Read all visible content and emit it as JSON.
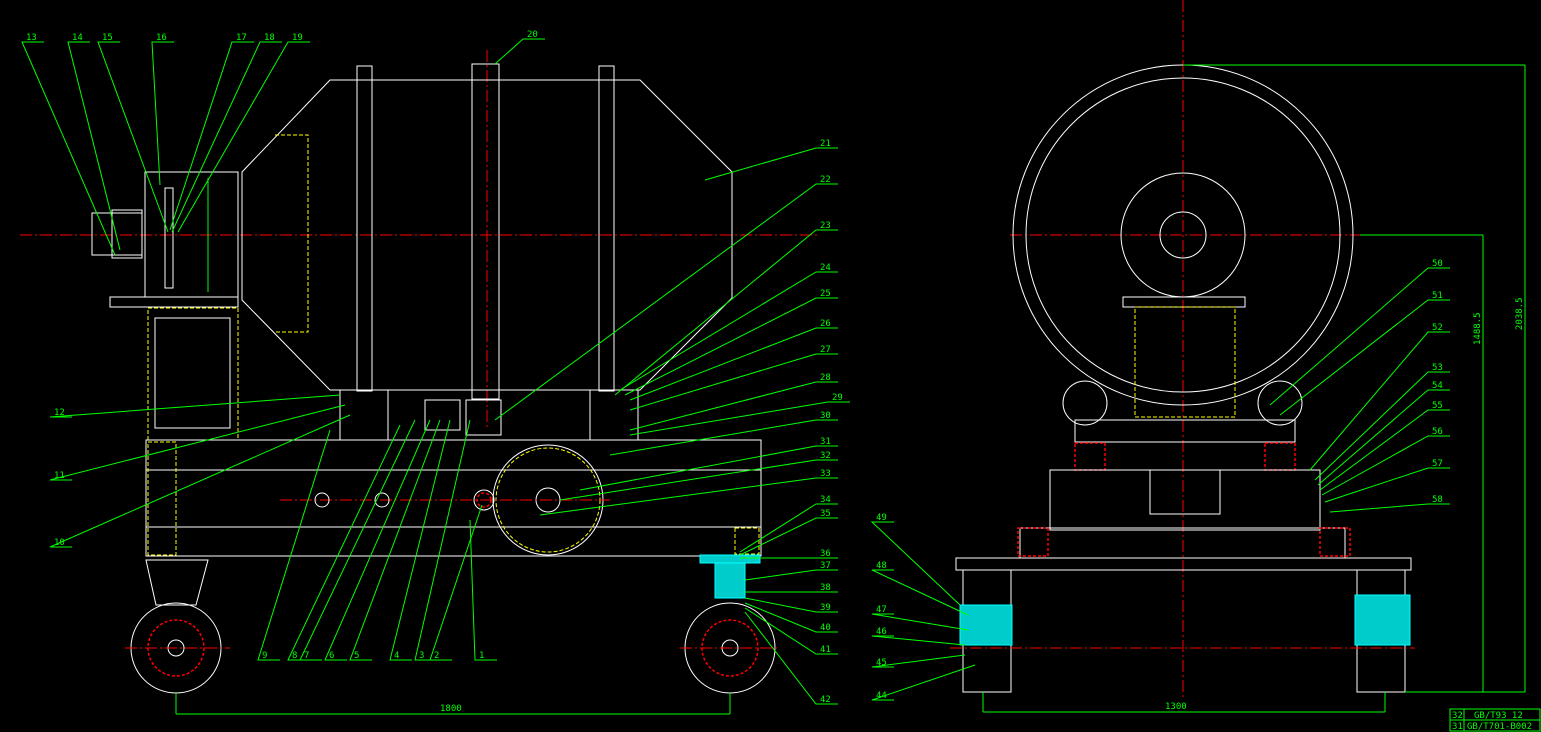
{
  "drawing": {
    "part_labels_side_view": [
      "1",
      "2",
      "3",
      "4",
      "5",
      "6",
      "7",
      "8",
      "9",
      "10",
      "11",
      "12",
      "13",
      "14",
      "15",
      "16",
      "17",
      "18",
      "19",
      "20",
      "21",
      "22",
      "23",
      "24",
      "25",
      "26",
      "27",
      "28",
      "29",
      "30",
      "31",
      "32",
      "33",
      "34",
      "35",
      "36",
      "37",
      "38",
      "39",
      "40",
      "41",
      "42"
    ],
    "part_labels_end_view": [
      "44",
      "45",
      "46",
      "47",
      "48",
      "49",
      "50",
      "51",
      "52",
      "53",
      "54",
      "55",
      "56",
      "57",
      "58"
    ],
    "dimensions": {
      "wheelbase": "1800",
      "track_width": "1300",
      "axis_height": "1488.5",
      "overall_height": "2038.5"
    },
    "title_block": [
      {
        "no": "32",
        "spec": "GB/T93 12"
      },
      {
        "no": "31",
        "spec": "GB/T701-B002"
      }
    ]
  }
}
